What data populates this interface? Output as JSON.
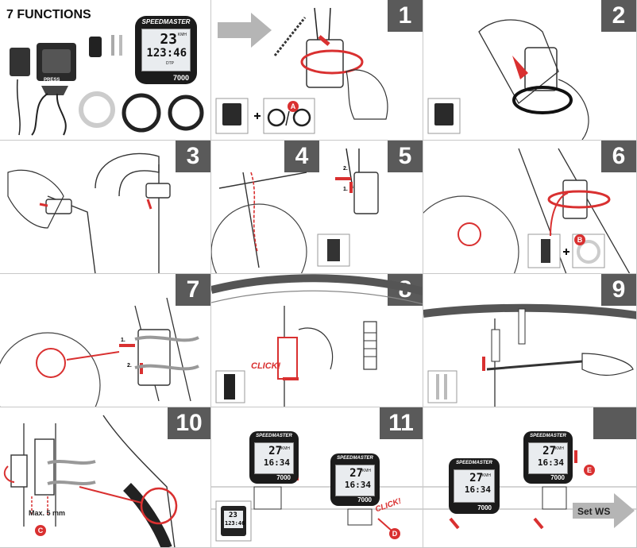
{
  "title": "7 FUNCTIONS",
  "colors": {
    "accent_red": "#d93030",
    "badge_gray": "#5a5a5a"
  },
  "computer": {
    "brand": "SPEEDMASTER",
    "speed": "23",
    "speed_unit": "KMH",
    "distance": "123:46",
    "dist_unit": "DTP",
    "model": "7000"
  },
  "sensor_label": "PRESS",
  "steps": [
    "1",
    "2",
    "3",
    "4",
    "5",
    "6",
    "7",
    "8",
    "9",
    "10",
    "11"
  ],
  "badges": {
    "a": "A",
    "b": "B",
    "c": "C",
    "d": "D",
    "e": "E"
  },
  "step5_arrows": [
    "2.",
    "1."
  ],
  "step7_arrows": [
    "1.",
    "2."
  ],
  "click_text": "CLICK!",
  "max_label": "Max. 5 mm",
  "set_ws": "Set WS",
  "step11": {
    "display_speed": "27",
    "display_time": "16:34",
    "display_unit": "KMH",
    "small_speed": "23",
    "small_dist": "123:46"
  }
}
